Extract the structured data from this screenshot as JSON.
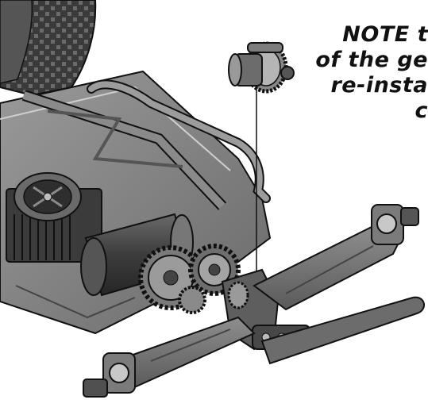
{
  "note": {
    "lines": [
      "NOTE t",
      "of the ge",
      "re-insta",
      "c"
    ]
  },
  "colors": {
    "ink": "#111111",
    "part_dark": "#4a4a4a",
    "part_mid": "#7a7a7a",
    "part_light": "#a9a9a9",
    "highlight": "#d6d6d6"
  },
  "icons": [
    "differential-gear-icon",
    "spur-gear-icon",
    "motor-icon",
    "cooling-fan-icon",
    "tire-icon"
  ]
}
